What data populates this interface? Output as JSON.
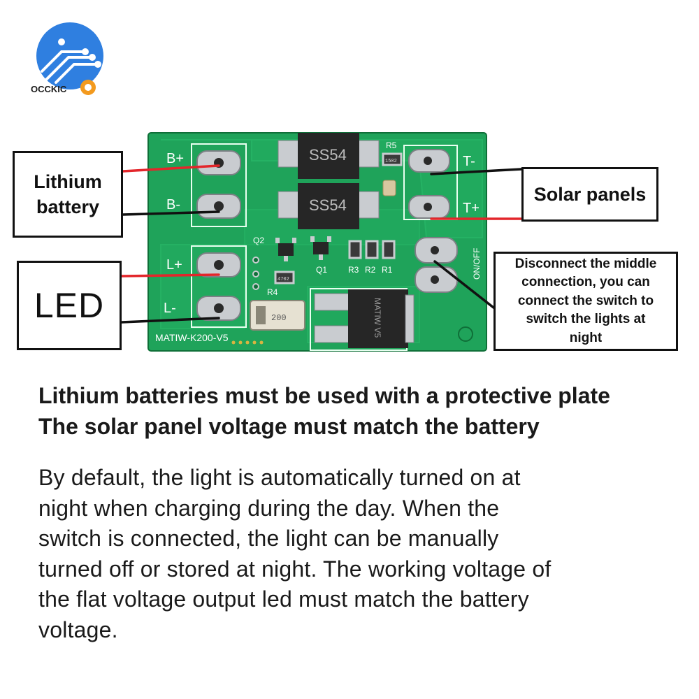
{
  "brand": {
    "name": "OCCKIC"
  },
  "board": {
    "pad_labels": [
      "B+",
      "B-",
      "L+",
      "L-",
      "T-",
      "T+"
    ],
    "chip_labels": [
      "SS54",
      "SS54"
    ],
    "component_labels": [
      "R5",
      "Q2",
      "Q1",
      "R3",
      "R2",
      "R1",
      "R4",
      "ON/OFF"
    ],
    "smd_codes": [
      "1502",
      "4702",
      "200"
    ],
    "mosfet_label": "MATIW V5",
    "board_id": "MATIW-K200-V5"
  },
  "callouts": {
    "battery": [
      "Lithium",
      "battery"
    ],
    "led": "LED",
    "solar": "Solar panels",
    "switch_note": [
      "Disconnect the middle",
      "connection, you can",
      "connect the switch to",
      "switch the lights at",
      "night"
    ]
  },
  "headlines": [
    "Lithium batteries must be used with a protective plate",
    "The solar panel voltage must match the battery"
  ],
  "body_lines": [
    "By default, the light is automatically turned on at",
    "night when charging during the day. When the",
    "switch is connected, the light can be manually",
    "turned off or stored at night. The working voltage of",
    "the flat voltage output led must match the battery",
    "voltage."
  ],
  "colors": {
    "pcb": "#1fa35a",
    "pcb_dark": "#178a4a",
    "wire_red": "#e3262b",
    "wire_black": "#111111",
    "logo_blue": "#2f7fe0",
    "logo_orange": "#f39a1e"
  }
}
